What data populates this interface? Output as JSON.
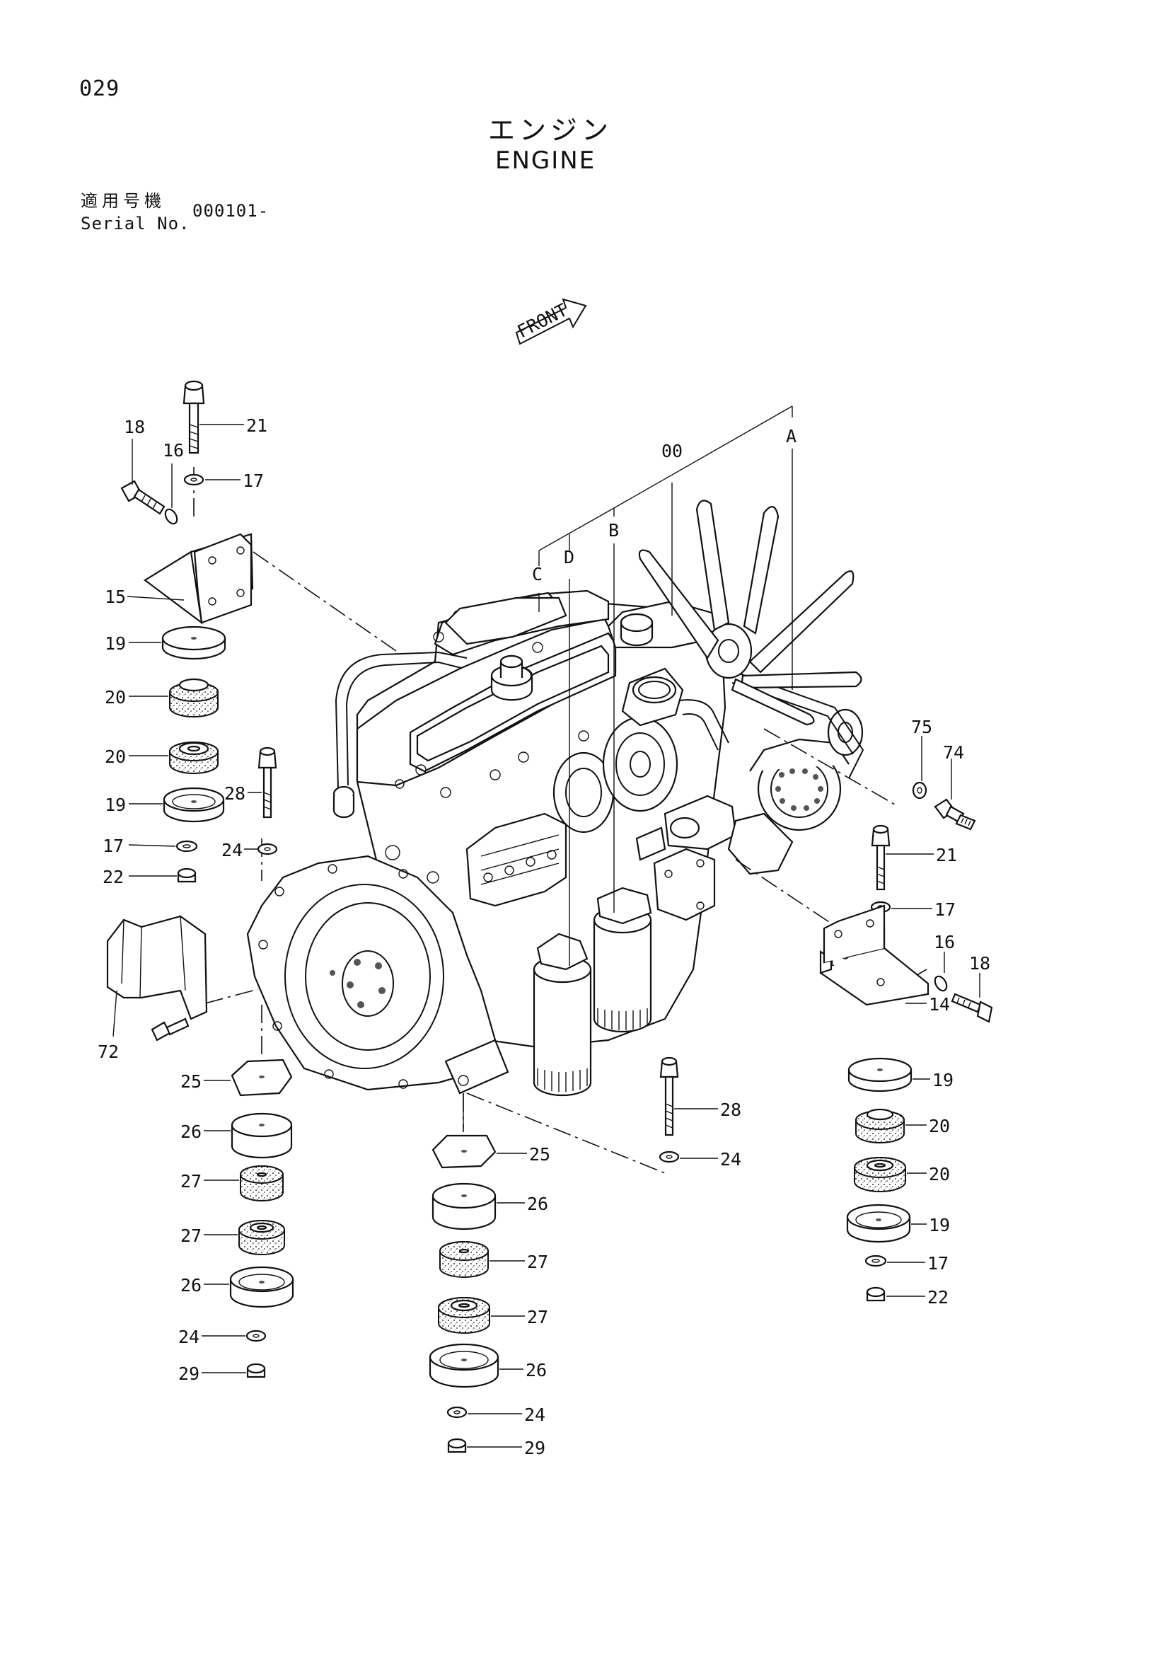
{
  "page_number": "029",
  "title_ja": "エンジン",
  "title_en": "ENGINE",
  "serial": {
    "label_ja": "適用号機",
    "label_en": "Serial No.",
    "value": "000101-"
  },
  "front_arrow_label": "FRONT",
  "group_letters": {
    "a": "A",
    "b": "B",
    "c": "C",
    "d": "D"
  },
  "callouts": {
    "engine": "00",
    "left_top_bolt": "21",
    "left_top_washer": "17",
    "left_side_washer": "16",
    "left_side_bolt": "18",
    "left_bracket": "15",
    "left_cup_upper": "19",
    "left_rubber_upper": "20",
    "left_rubber_lower": "20",
    "left_cup_lower": "19",
    "left_washer_lower": "17",
    "left_nut": "22",
    "rear_left_bolt": "28",
    "rear_left_washer": "24",
    "rear_bracket": "72",
    "rear_left_plate": "25",
    "rear_left_cup_upper": "26",
    "rear_left_rubber_upper": "27",
    "rear_left_rubber_lower": "27",
    "rear_left_cup_lower": "26",
    "rear_left_washer_lower": "24",
    "rear_left_nut": "29",
    "rear_right_bolt": "28",
    "rear_right_washer": "24",
    "rear_right_plate": "25",
    "rear_right_cup_upper": "26",
    "rear_right_rubber_upper": "27",
    "rear_right_rubber_lower": "27",
    "rear_right_cup_lower": "26",
    "rear_right_washer_lower": "24",
    "rear_right_nut": "29",
    "sensor_washer": "75",
    "sensor": "74",
    "right_top_bolt": "21",
    "right_top_washer": "17",
    "right_side_washer": "16",
    "right_side_bolt": "18",
    "right_bracket": "14",
    "right_cup_upper": "19",
    "right_rubber_upper": "20",
    "right_rubber_lower": "20",
    "right_cup_lower": "19",
    "right_washer_lower": "17",
    "right_nut": "22"
  }
}
